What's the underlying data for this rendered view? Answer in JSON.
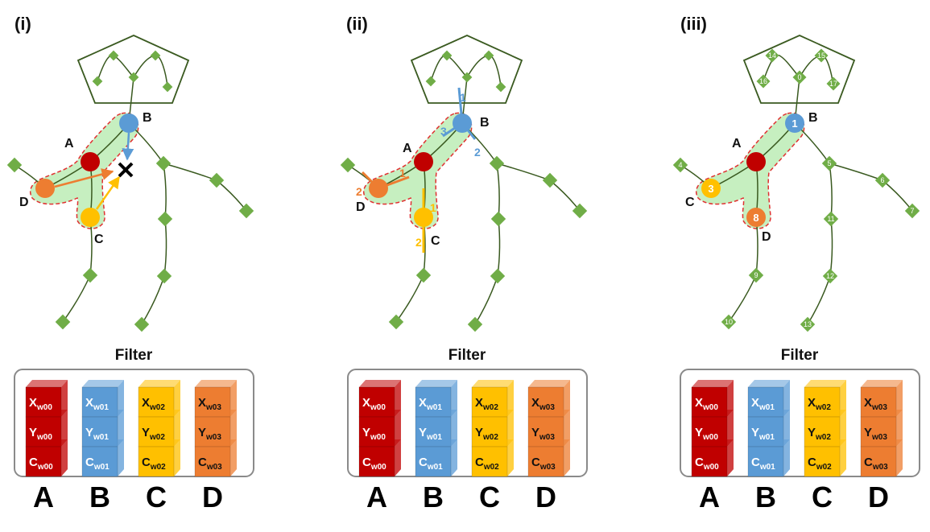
{
  "panels": [
    {
      "label": "(i)",
      "joints": {
        "A": "A",
        "B": "B",
        "C": "C",
        "D": "D"
      },
      "filter": {
        "title": "Filter"
      },
      "columns": [
        "A",
        "B",
        "C",
        "D"
      ]
    },
    {
      "label": "(ii)",
      "joints": {
        "A": "A",
        "B": "B",
        "C": "C",
        "D": "D"
      },
      "edge_numbers": {
        "B": [
          "1",
          "2",
          "3"
        ],
        "D": [
          "1",
          "2"
        ],
        "C": [
          "1",
          "2"
        ]
      },
      "filter": {
        "title": "Filter"
      },
      "columns": [
        "A",
        "B",
        "C",
        "D"
      ]
    },
    {
      "label": "(iii)",
      "joints": {
        "A": "A",
        "B": "B",
        "C": "C",
        "D": "D"
      },
      "node_numbers": {
        "B": "1",
        "C": "3",
        "D": "8"
      },
      "skeleton_indices": [
        "14",
        "15",
        "16",
        "0",
        "17",
        "4",
        "5",
        "6",
        "7",
        "11",
        "9",
        "12",
        "10",
        "13"
      ],
      "filter": {
        "title": "Filter"
      },
      "columns": [
        "A",
        "B",
        "C",
        "D"
      ]
    }
  ],
  "filter_cells": [
    [
      {
        "main": "X",
        "sub": "w00"
      },
      {
        "main": "Y",
        "sub": "w00"
      },
      {
        "main": "C",
        "sub": "w00"
      }
    ],
    [
      {
        "main": "X",
        "sub": "w01"
      },
      {
        "main": "Y",
        "sub": "w01"
      },
      {
        "main": "C",
        "sub": "w01"
      }
    ],
    [
      {
        "main": "X",
        "sub": "w02"
      },
      {
        "main": "Y",
        "sub": "w02"
      },
      {
        "main": "C",
        "sub": "w02"
      }
    ],
    [
      {
        "main": "X",
        "sub": "w03"
      },
      {
        "main": "Y",
        "sub": "w03"
      },
      {
        "main": "C",
        "sub": "w03"
      }
    ]
  ],
  "colors": {
    "A": "#c00000",
    "B": "#5b9bd5",
    "C": "#ffc000",
    "D": "#ed7d31",
    "skeleton": "#3a5a20",
    "keypoint": "#70ad47",
    "highlight": "#c6efc0",
    "dashed": "#e03030"
  },
  "icons": [
    "x-mark-icon"
  ]
}
